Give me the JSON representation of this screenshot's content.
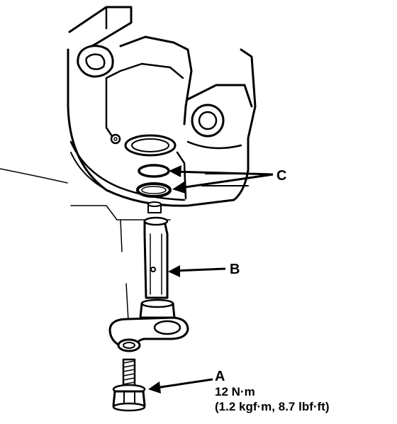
{
  "callouts": {
    "a": {
      "letter": "A",
      "torque_line1": "12 N·m",
      "torque_line2": "(1.2 kgf·m, 8.7 lbf·ft)"
    },
    "b": {
      "letter": "B"
    },
    "c": {
      "letter": "C"
    }
  },
  "colors": {
    "ink": "#000000",
    "paper": "#ffffff"
  }
}
